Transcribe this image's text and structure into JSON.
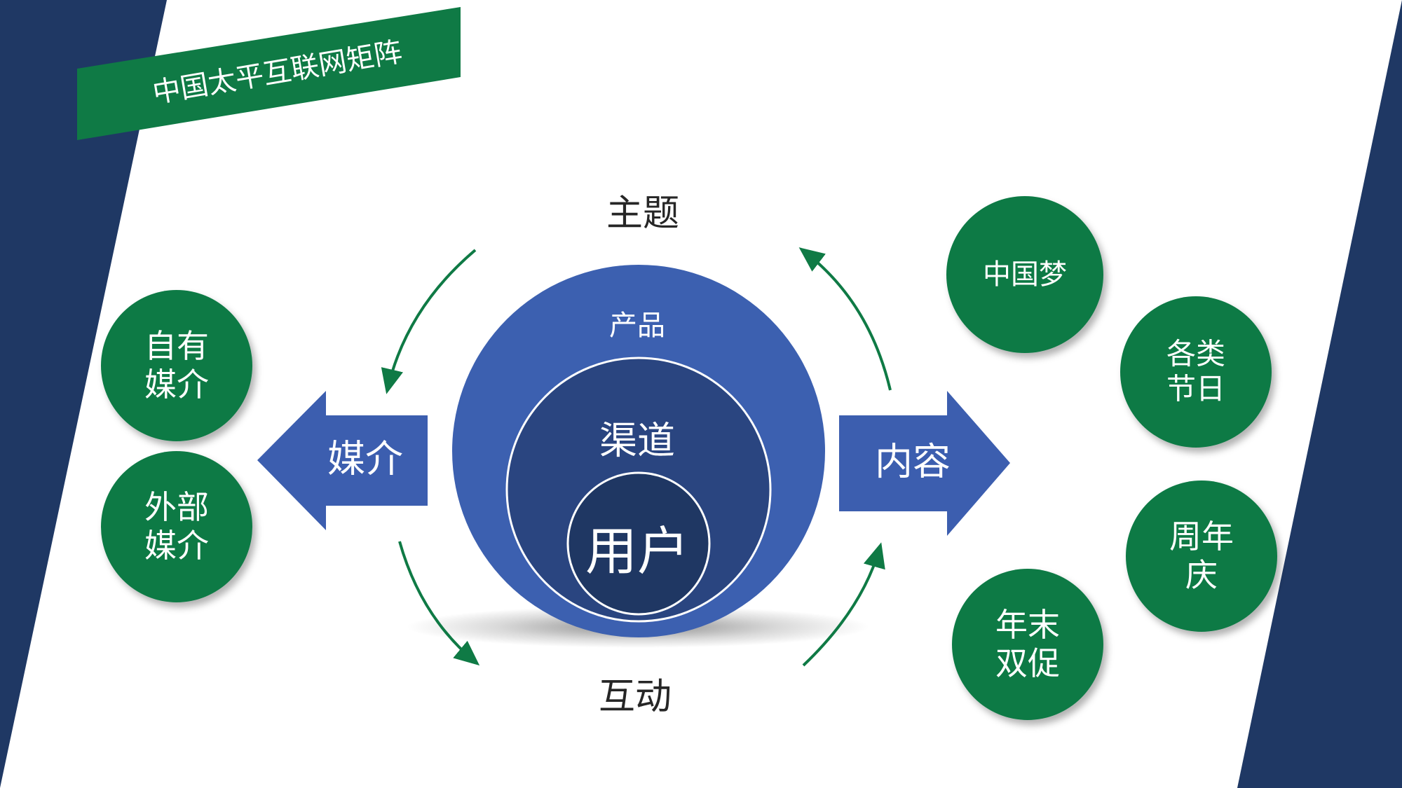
{
  "title": "中国太平互联网矩阵",
  "colors": {
    "navy": "#1f3864",
    "green": "#0f7a45",
    "arrow_blue": "#3c5eaf",
    "circle_outer": "#3c60b0",
    "circle_mid": "#2a4580",
    "circle_inner": "#1f3763"
  },
  "core": {
    "outer_label": "产品",
    "middle_label": "渠道",
    "inner_label": "用户"
  },
  "cycle_labels": {
    "top": "主题",
    "bottom": "互动"
  },
  "arrows": {
    "left_label": "媒介",
    "right_label": "内容"
  },
  "media_nodes": [
    {
      "label": "自有\n媒介"
    },
    {
      "label": "外部\n媒介"
    }
  ],
  "content_nodes": [
    {
      "label": "中国梦"
    },
    {
      "label": "各类\n节日"
    },
    {
      "label": "周年\n庆"
    },
    {
      "label": "年末\n双促"
    }
  ]
}
